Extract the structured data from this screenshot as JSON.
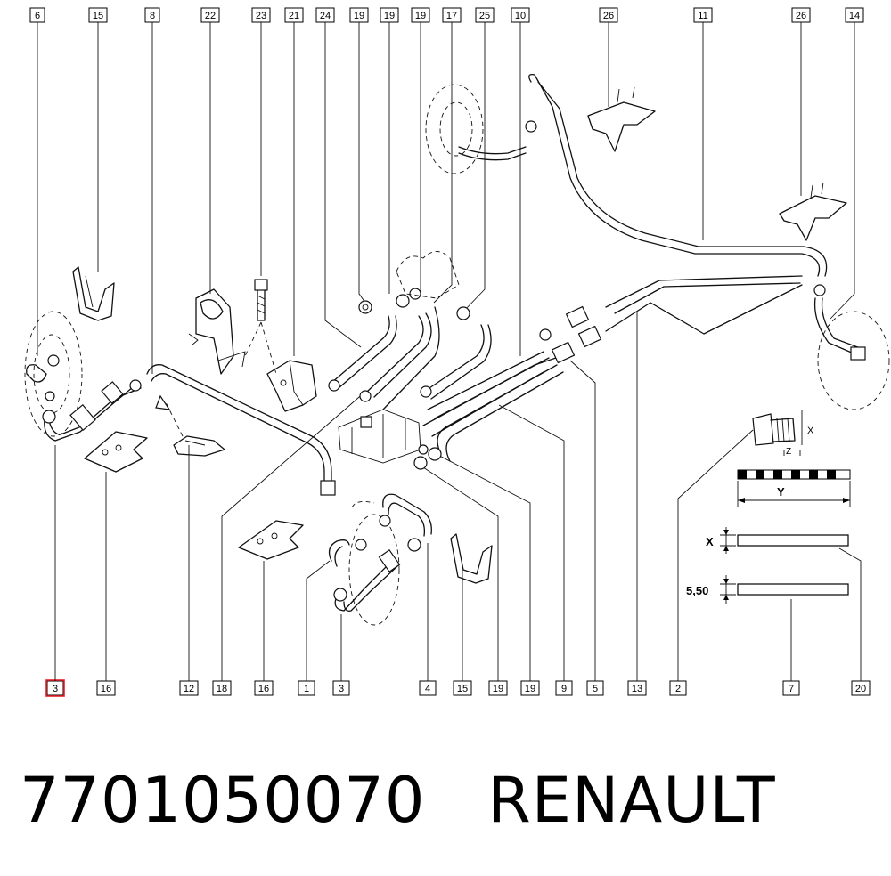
{
  "diagram": {
    "callouts_top": [
      "6",
      "15",
      "8",
      "22",
      "23",
      "21",
      "24",
      "19",
      "19",
      "19",
      "17",
      "25",
      "10",
      "26",
      "11",
      "26",
      "14"
    ],
    "callouts_bottom": [
      "3",
      "16",
      "12",
      "18",
      "16",
      "1",
      "3",
      "4",
      "15",
      "19",
      "19",
      "9",
      "5",
      "13",
      "2",
      "7",
      "20"
    ],
    "highlighted_callout": "3",
    "dimension_labels": {
      "x_small": "X",
      "y_width": "Y",
      "z_label": "Z",
      "x_gauge": "X",
      "thickness": "5,50"
    }
  },
  "footer": {
    "part_number": "7701050070",
    "brand": "RENAULT"
  }
}
